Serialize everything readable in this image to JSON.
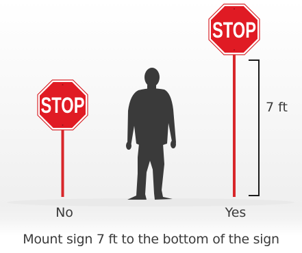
{
  "signs": {
    "left": {
      "text": "STOP",
      "label": "No"
    },
    "right": {
      "text": "STOP",
      "label": "Yes"
    }
  },
  "dimension": {
    "label": "7 ft"
  },
  "caption": "Mount sign 7 ft to the bottom of the sign",
  "colors": {
    "sign_red": "#e01b24",
    "sign_border": "#ffffff",
    "post": "#d8262a",
    "figure": "#3a3a3a",
    "text": "#3a3a3a"
  }
}
